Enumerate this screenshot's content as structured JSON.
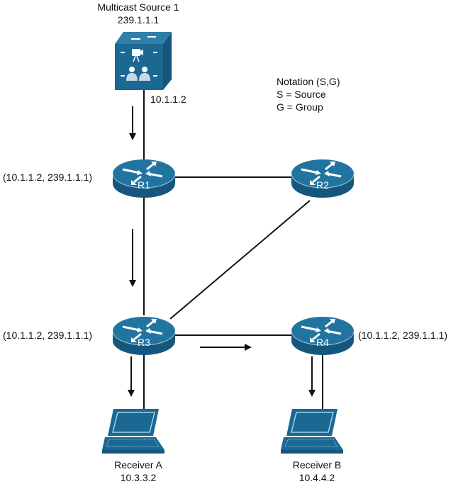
{
  "source": {
    "title": "Multicast Source 1",
    "group": "239.1.1.1",
    "ip": "10.1.1.2"
  },
  "notation": {
    "line1": "Notation (S,G)",
    "line2": "S = Source",
    "line3": "G = Group"
  },
  "routers": [
    {
      "name": "R1",
      "state": "(10.1.1.2, 239.1.1.1)"
    },
    {
      "name": "R2",
      "state": ""
    },
    {
      "name": "R3",
      "state": "(10.1.1.2, 239.1.1.1)"
    },
    {
      "name": "R4",
      "state": "(10.1.1.2, 239.1.1.1)"
    }
  ],
  "receivers": [
    {
      "name": "Receiver A",
      "ip": "10.3.3.2"
    },
    {
      "name": "Receiver B",
      "ip": "10.4.4.2"
    }
  ],
  "colors": {
    "device": "#1b6893",
    "device_dark": "#15577c",
    "device_light": "#2f7fab",
    "line": "#111111"
  }
}
